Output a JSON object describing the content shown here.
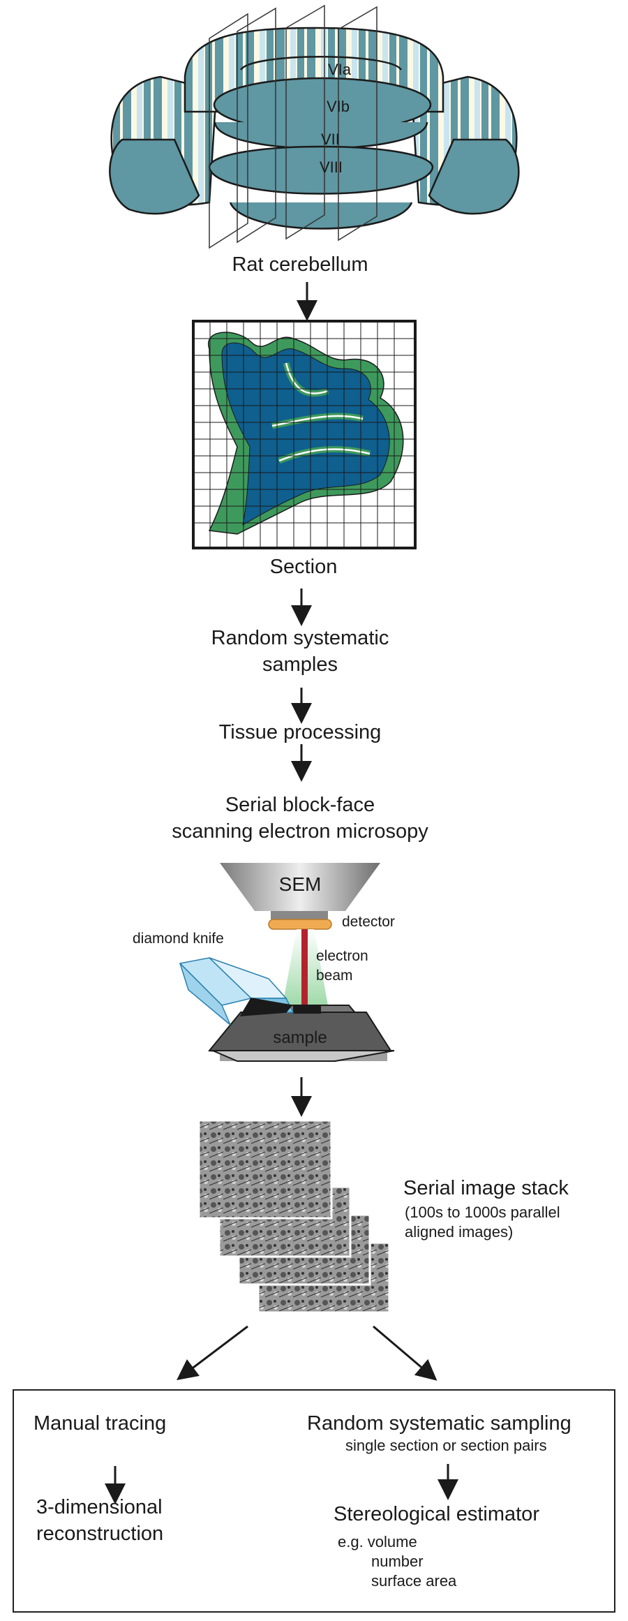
{
  "cerebellum": {
    "label": "Rat cerebellum",
    "lobules": [
      "VIa",
      "VIb",
      "VII",
      "VIII"
    ]
  },
  "section_label": "Section",
  "steps": {
    "random_samples_line1": "Random systematic",
    "random_samples_line2": "samples",
    "tissue_processing": "Tissue processing",
    "sbf_line1": "Serial block-face",
    "sbf_line2": "scanning electron microsopy"
  },
  "sem": {
    "sem_label": "SEM",
    "detector": "detector",
    "diamond_knife": "diamond knife",
    "electron_line1": "electron",
    "electron_line2": "beam",
    "sample": "sample"
  },
  "stack": {
    "title": "Serial image stack",
    "desc_line1": "(100s to 1000s parallel",
    "desc_line2": "aligned images)"
  },
  "outcomes": {
    "left_title": "Manual tracing",
    "left_result_line1": "3-dimensional",
    "left_result_line2": "reconstruction",
    "right_title": "Random systematic sampling",
    "right_subtitle": "single section or section pairs",
    "right_result": "Stereological estimator",
    "eg_line1": "e.g. volume",
    "eg_line2": "number",
    "eg_line3": "surface area"
  },
  "colors": {
    "cerebellum_teal": "#5f97a2",
    "cerebellum_cream": "#fbf8e4",
    "cerebellum_light_blue": "#c9e4ef",
    "section_blue": "#0f5f8f",
    "section_green": "#3e9a5c",
    "beam_red": "#b3232d",
    "detector_orange": "#f0ab52"
  }
}
